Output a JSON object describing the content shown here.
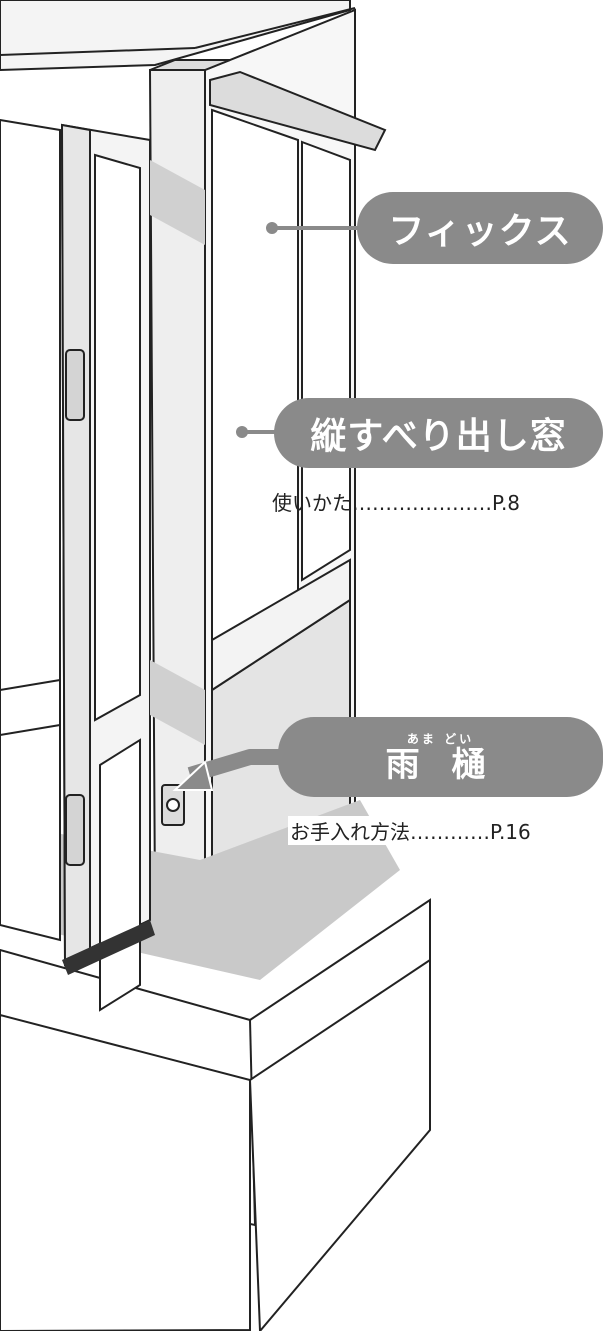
{
  "labels": {
    "fix": {
      "text": "フィックス"
    },
    "tate": {
      "text": "縦すべり出し窓",
      "ref": "使いかた…………………P.8"
    },
    "amadoi": {
      "ruby": "あま どい",
      "text": "雨 樋",
      "ref": "お手入れ方法…………P.16"
    }
  },
  "colors": {
    "callout": "#8a8a8a",
    "line": "#222222",
    "frame": "#ececec",
    "shadow": "#c4c4c4",
    "panel": "#e2e2e2"
  }
}
